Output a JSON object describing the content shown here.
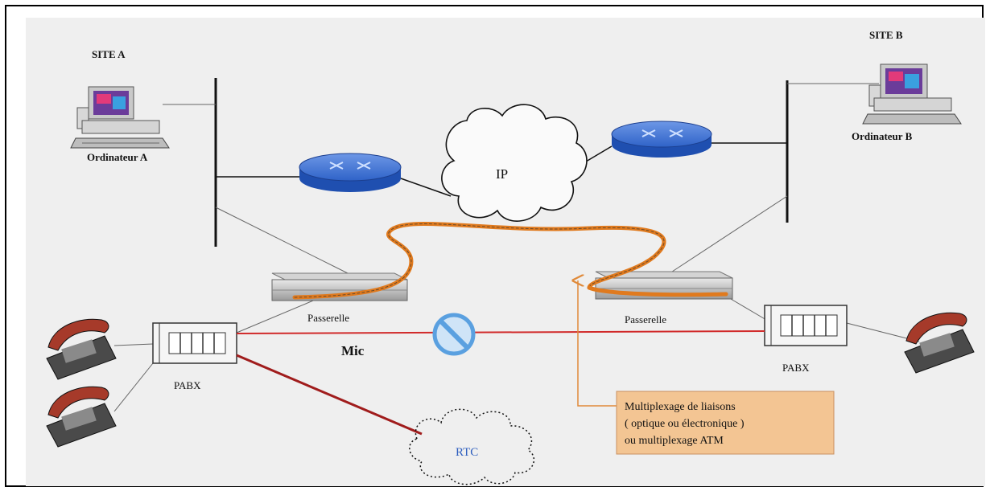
{
  "site_a": {
    "title": "SITE A",
    "computer_label": "Ordinateur A"
  },
  "site_b": {
    "title": "SITE B",
    "computer_label": "Ordinateur B"
  },
  "network": {
    "ip_label": "IP",
    "rtc_label": "RTC"
  },
  "gateway_label_left": "Passerelle",
  "gateway_label_right": "Passerelle",
  "pabx_label_left": "PABX",
  "pabx_label_right": "PABX",
  "link_label": "Mic",
  "callout": {
    "lines": [
      "Multiplexage de liaisons",
      "( optique ou électronique )",
      "ou multiplexage ATM"
    ]
  },
  "colors": {
    "background": "#efefef",
    "router": "#2f63c8",
    "mic_line": "#d12a2a",
    "rtc_line": "#a01c1c",
    "fiber": "#e07a1e",
    "callout_bg": "#f3c593",
    "callout_arrow": "#e08a3a",
    "prohibited": "#5aa0e0",
    "rtc_text": "#2f5fbf"
  },
  "icons": {
    "computer": "computer-icon",
    "router": "router-icon",
    "gateway": "gateway-icon",
    "pabx": "pabx-icon",
    "phone": "telephone-icon",
    "cloud": "cloud-icon",
    "prohibited": "prohibited-icon"
  }
}
